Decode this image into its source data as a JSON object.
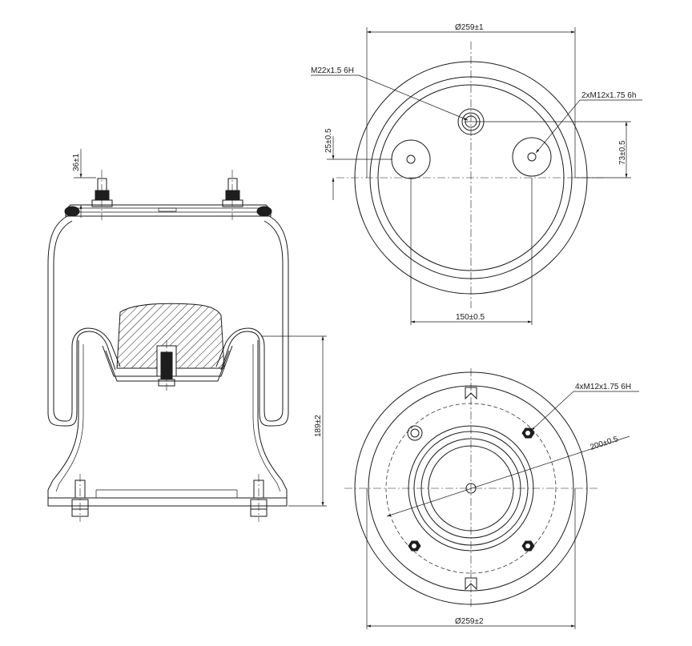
{
  "dimensions": {
    "top_diameter": "Ø259±1",
    "bottom_diameter": "Ø259±2",
    "center_thread": "M22x1.5 6H",
    "top_studs": "2xM12x1.75 6h",
    "offset_left": "25±0.5",
    "offset_right": "73±0.5",
    "stud_spacing": "150±0.5",
    "bottom_bolts": "4xM12x1.75 6H",
    "bolt_circle": "200±0.5",
    "stud_height": "36±1",
    "body_height": "189±2"
  },
  "colors": {
    "line": "#1a1a1a",
    "fill_dark": "#1e1e1e",
    "background": "#ffffff"
  }
}
